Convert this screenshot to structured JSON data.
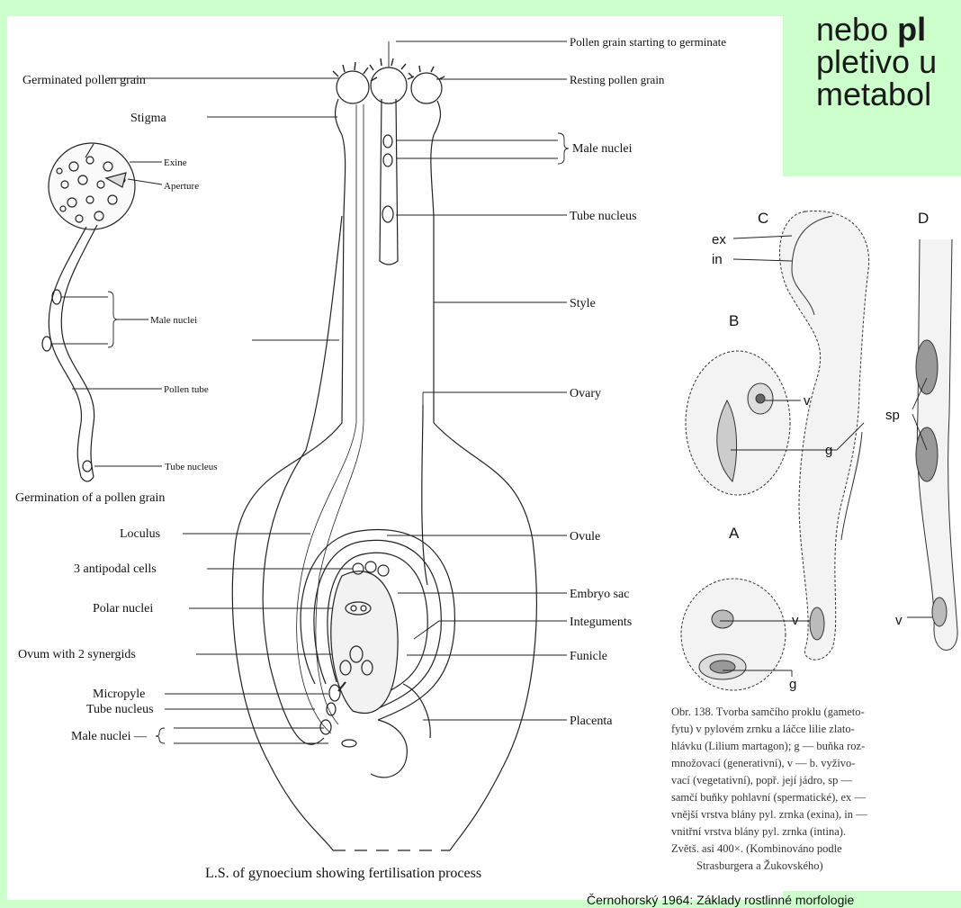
{
  "callout": {
    "line1_prefix": "nebo ",
    "line1_bold": "pl",
    "line2": "pletivo u",
    "line3": "metabol"
  },
  "left_figure": {
    "labels": {
      "germinated_pollen_grain": "Germinated pollen grain",
      "stigma": "Stigma",
      "exine": "Exine",
      "aperture": "Aperture",
      "male_nuclei_left": "Male nuclei",
      "pollen_tube": "Pollen tube",
      "tube_nucleus_left": "Tube nucleus",
      "germination_caption": "Germination of a pollen grain",
      "loculus": "Loculus",
      "antipodal": "3 antipodal cells",
      "polar": "Polar nuclei",
      "ovum": "Ovum with 2 synergids",
      "micropyle": "Micropyle",
      "tube_nucleus_bottom": "Tube nucleus",
      "male_nuclei_bottom": "Male nuclei —",
      "pollen_starting": "Pollen grain starting to germinate",
      "resting": "Resting pollen grain",
      "male_nuclei_top": "Male nuclei",
      "tube_nucleus_top": "Tube nucleus",
      "style": "Style",
      "ovary": "Ovary",
      "ovule": "Ovule",
      "embryo_sac": "Embryo sac",
      "integuments": "Integuments",
      "funicle": "Funicle",
      "placenta": "Placenta",
      "ls_caption": "L.S. of gynoecium showing fertilisation process"
    }
  },
  "right_figure": {
    "letters": {
      "A": "A",
      "B": "B",
      "C": "C",
      "D": "D"
    },
    "marks": {
      "ex": "ex",
      "in": "in",
      "v": "v",
      "g": "g",
      "sp": "sp"
    },
    "caption_lines": [
      "Obr. 138. Tvorba samčího proklu (gameto-",
      "fytu) v pylovém zrnku a láčce lilie zlato-",
      "hlávku (Lilium martagon); g — buňka roz-",
      "množovací (generativní), v — b. vyživo-",
      "vací (vegetativní), popř. její jádro, sp —",
      "samčí buňky pohlavní (spermatické), ex —",
      "vnější vrstva blány pyl. zrnka (exina), in —",
      "vnitřní vrstva blány pyl. zrnka (intina).",
      "Zvětš. asi 400×. (Kombinováno podle",
      "Strasburgera a Žukovského)"
    ],
    "credit": "Černohorský 1964: Základy rostlinné morfologie"
  }
}
